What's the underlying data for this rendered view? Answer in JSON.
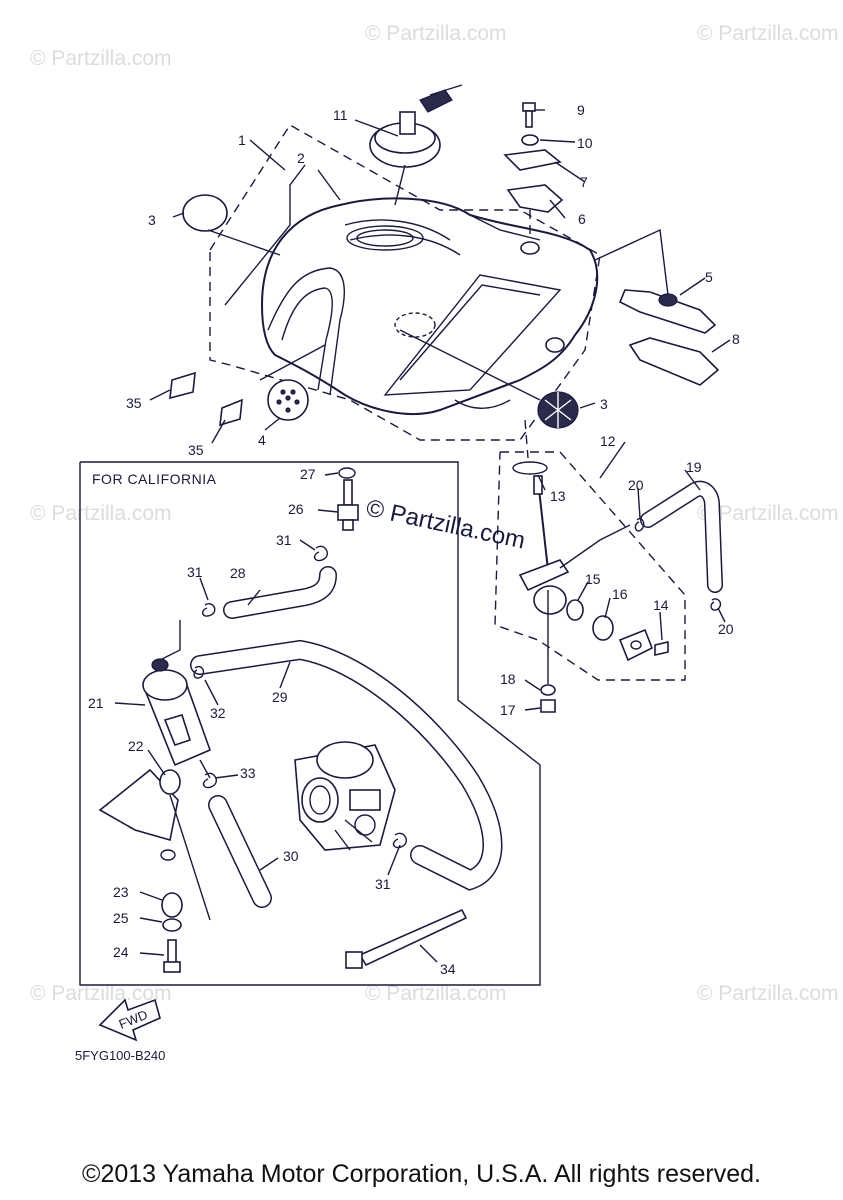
{
  "watermarks": {
    "text": "© Partzilla.com",
    "center_text": "© Partzilla.com"
  },
  "box": {
    "title": "FOR CALIFORNIA"
  },
  "diagram_code": "5FYG100-B240",
  "fwd_label": "FWD",
  "copyright": "©2013 Yamaha Motor Corporation, U.S.A. All rights reserved.",
  "parts": {
    "p1": "1",
    "p2": "2",
    "p3a": "3",
    "p3b": "3",
    "p4": "4",
    "p5": "5",
    "p6": "6",
    "p7": "7",
    "p8": "8",
    "p9": "9",
    "p10": "10",
    "p11": "11",
    "p12": "12",
    "p13": "13",
    "p14": "14",
    "p15": "15",
    "p16": "16",
    "p17": "17",
    "p18": "18",
    "p19": "19",
    "p20a": "20",
    "p20b": "20",
    "p21": "21",
    "p22": "22",
    "p23": "23",
    "p24": "24",
    "p25": "25",
    "p26": "26",
    "p27": "27",
    "p28": "28",
    "p29": "29",
    "p30": "30",
    "p31a": "31",
    "p31b": "31",
    "p31c": "31",
    "p32": "32",
    "p33": "33",
    "p34": "34",
    "p35a": "35",
    "p35b": "35"
  }
}
